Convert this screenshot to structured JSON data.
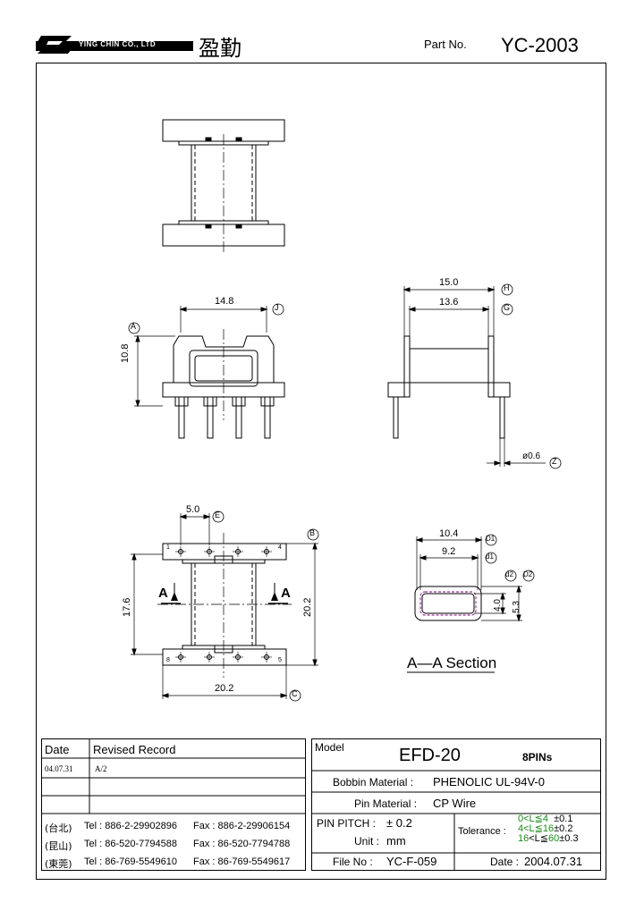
{
  "header": {
    "company_en": "YING CHIN CO., LTD",
    "company_cn": "盈勤",
    "part_no_label": "Part No.",
    "part_no": "YC-2003"
  },
  "dims": {
    "top_width": "14.8",
    "ref_j": "J",
    "ref_a": "A",
    "height_a": "10.8",
    "side_outer": "15.0",
    "ref_h": "H",
    "side_inner": "13.6",
    "ref_g": "G",
    "pin_dia": "ø0.6",
    "ref_z": "Z",
    "pin_spacing": "5.0",
    "ref_e": "E",
    "ref_b": "B",
    "inner_height": "17.6",
    "outer_height": "20.2",
    "bottom_width": "20.2",
    "ref_c": "C",
    "section_outer_w": "10.4",
    "ref_d1_upper": "D1",
    "section_inner_w": "9.2",
    "ref_d1_lower": "d1",
    "ref_d2_lower": "d2",
    "ref_d2_upper": "D2",
    "section_inner_h": "4.0",
    "section_outer_h": "5.3",
    "section_arrow_left": "A",
    "section_arrow_right": "A",
    "section_title": "A—A Section",
    "pin1": "1",
    "pin4": "4",
    "pin8": "8",
    "pin5": "5"
  },
  "revision": {
    "col_date": "Date",
    "col_record": "Revised Record",
    "rows": [
      {
        "date": "04.07.31",
        "record": "A/2"
      },
      {
        "date": "",
        "record": ""
      },
      {
        "date": "",
        "record": ""
      }
    ]
  },
  "contacts": [
    {
      "city": "(台北)",
      "tel": "Tel : 886-2-29902896",
      "fax": "Fax : 886-2-29906154"
    },
    {
      "city": "(昆山)",
      "tel": "Tel : 86-520-7794588",
      "fax": "Fax : 86-520-7794788"
    },
    {
      "city": "(東莞)",
      "tel": "Tel : 86-769-5549610",
      "fax": "Fax : 86-769-5549617"
    }
  ],
  "spec": {
    "model_label": "Model",
    "model": "EFD-20",
    "pins": "8PINs",
    "bobbin_label": "Bobbin  Material :",
    "bobbin_value": "PHENOLIC UL-94V-0",
    "pin_label": "Pin  Material :",
    "pin_value": "CP  Wire",
    "pitch_label": "PIN  PITCH :",
    "pitch_value": "± 0.2",
    "unit_label": "Unit :",
    "unit_value": "mm",
    "file_label": "File  No :",
    "file_value": "YC-F-059",
    "tolerance_label": "Tolerance :",
    "tol1_range": "0<L≦",
    "tol1_limit": "4",
    "tol1_value": "±0.1",
    "tol2_range": "4<L≦",
    "tol2_limit": "16",
    "tol2_value": "±0.2",
    "tol3_low": "16",
    "tol3_range": "<L≦",
    "tol3_limit": "60",
    "tol3_value": "±0.3",
    "date_label": "Date :",
    "date_value": "2004.07.31"
  },
  "colors": {
    "line": "#000000",
    "tolerance_accent": "#1a8a1a",
    "section_inner": "#9b3b9b"
  }
}
